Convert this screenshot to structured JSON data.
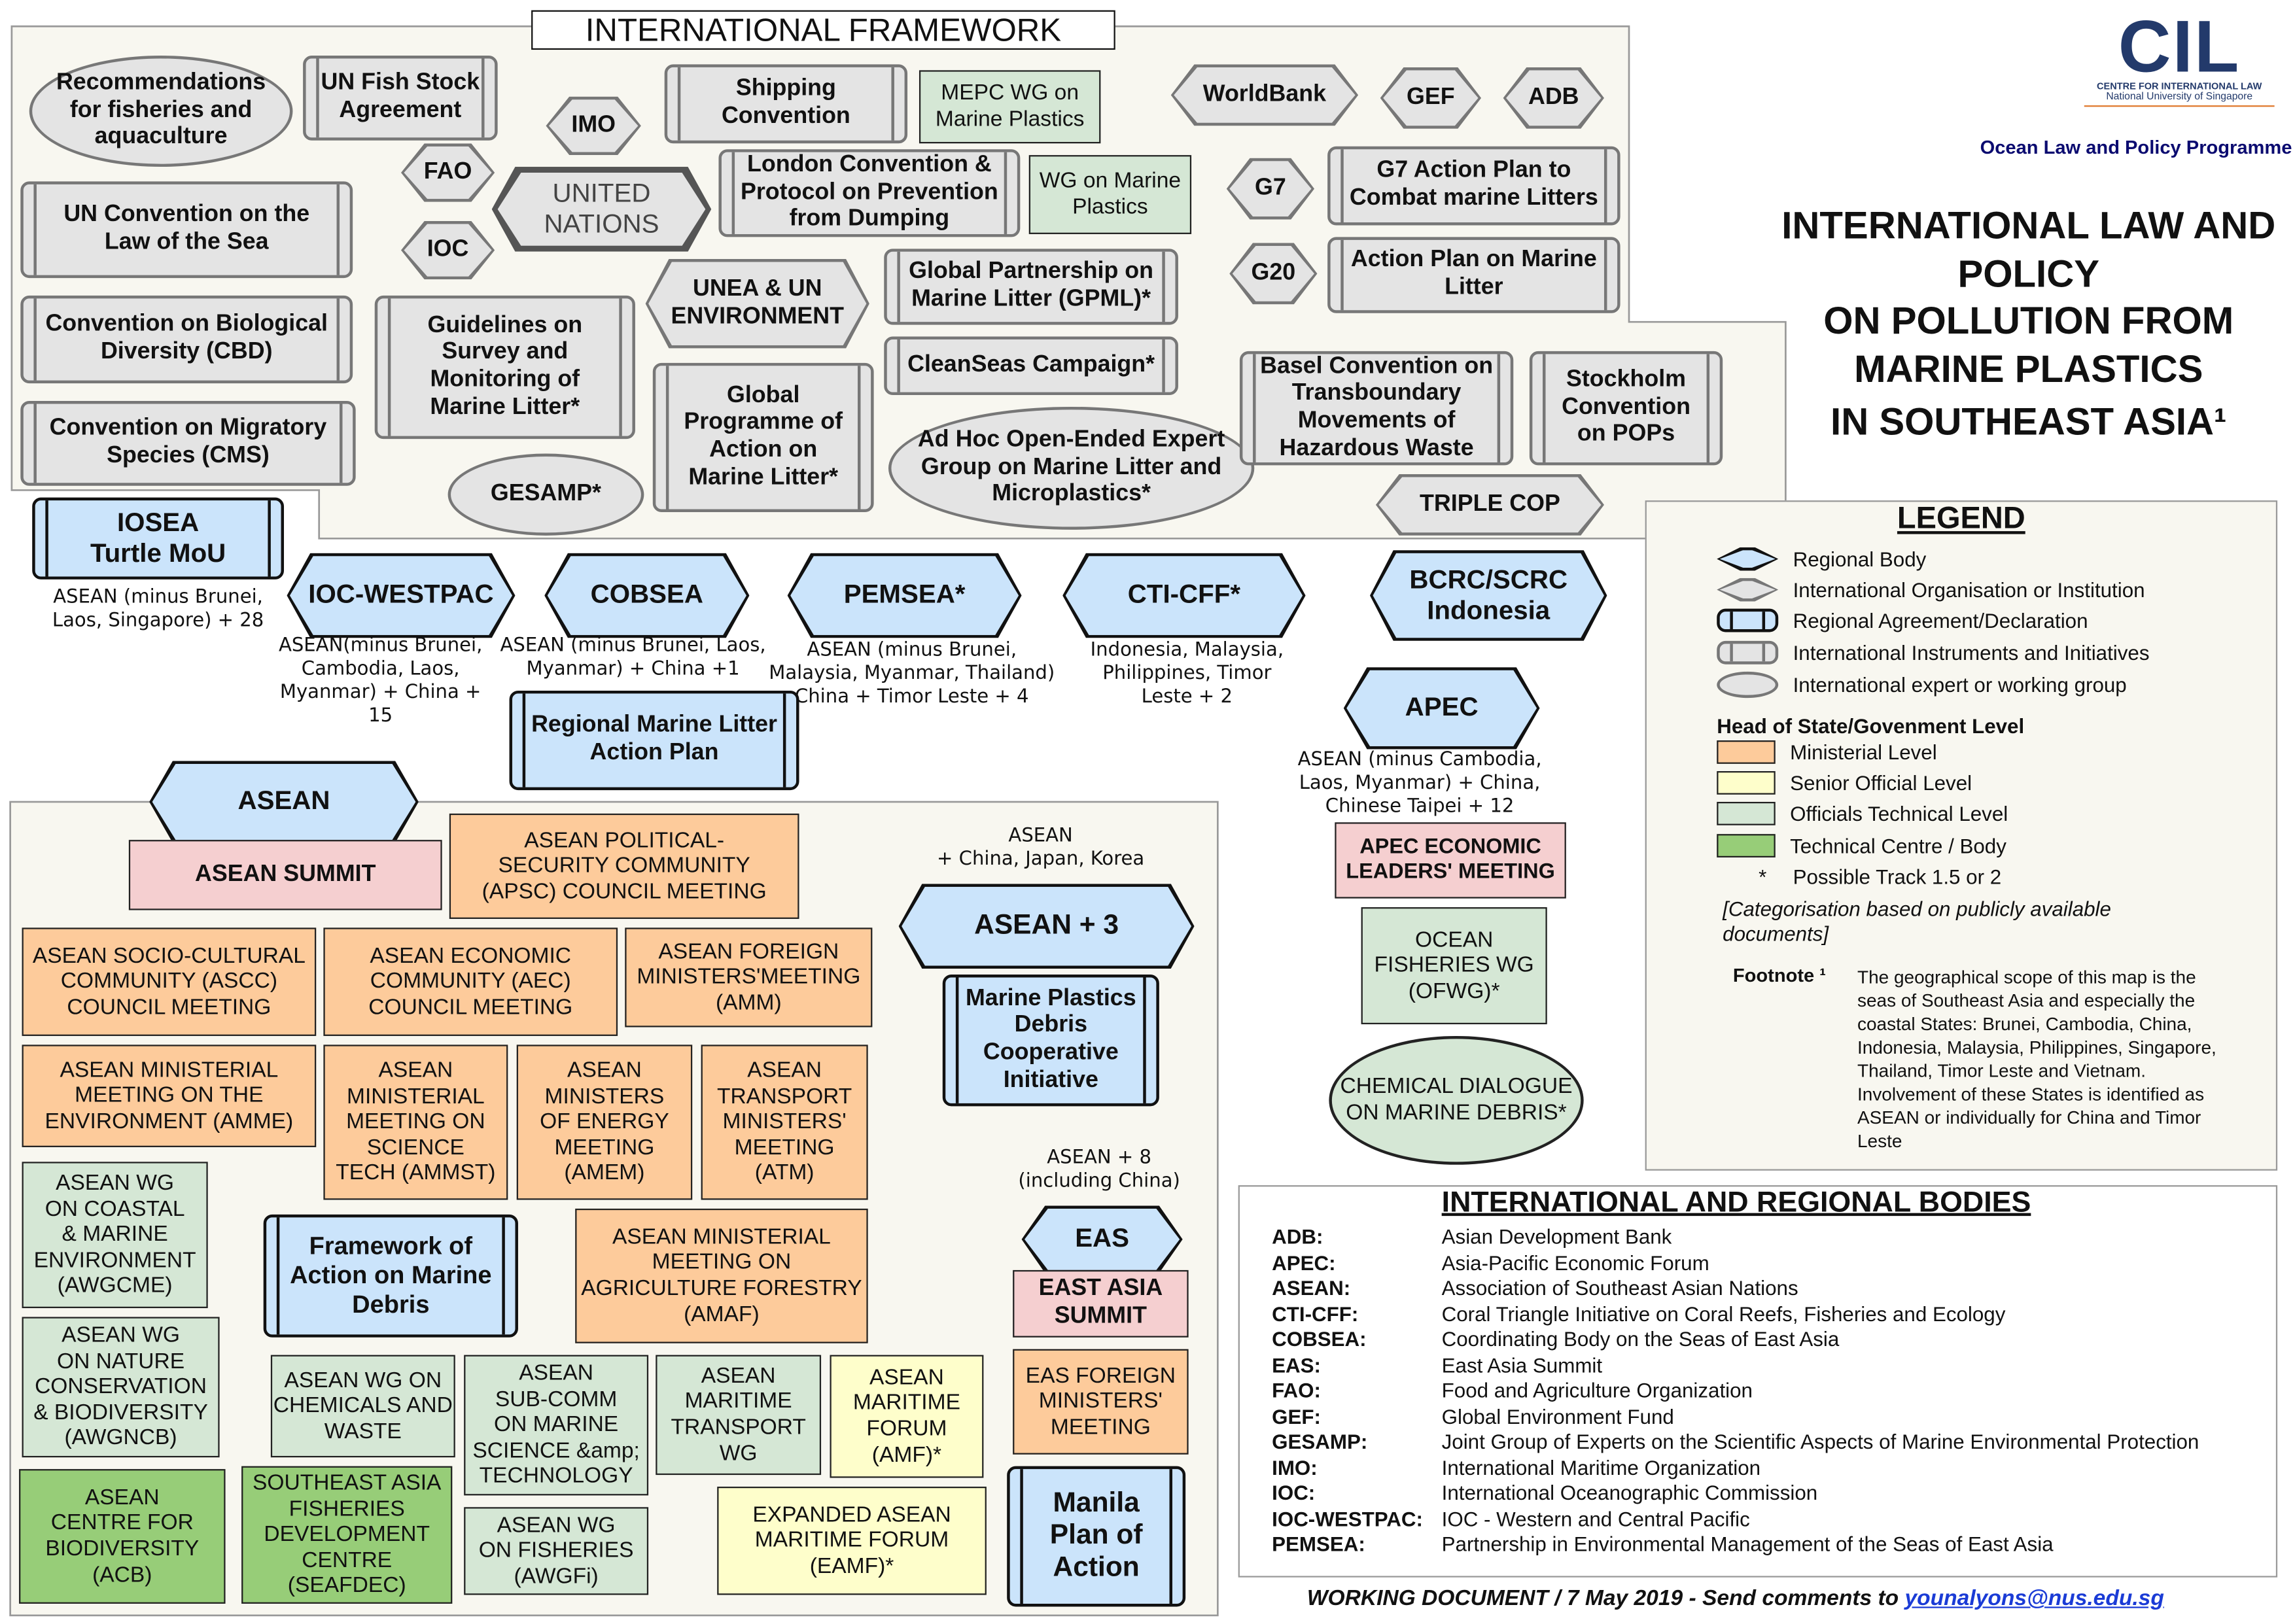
{
  "framework_title": "INTERNATIONAL FRAMEWORK",
  "logo": {
    "mark": "CIL",
    "line1": "CENTRE FOR INTERNATIONAL LAW",
    "line2": "National University of Singapore"
  },
  "programme": "Ocean Law and Policy Programme",
  "title": [
    "INTERNATIONAL LAW AND",
    "POLICY",
    "ON POLLUTION FROM",
    "MARINE PLASTICS",
    "IN SOUTHEAST ASIA¹"
  ],
  "palette": {
    "ministerial": "#fdcb9b",
    "summit": "#f5cfd0",
    "officials_technical": "#d5e7d5",
    "technical_centre": "#97cd78",
    "senior_official": "#fefecb",
    "regional": "#cbe4fb",
    "international": "#e4e4e4"
  },
  "nodes": {
    "recs": "Recommendations\nfor fisheries and\naquaculture",
    "unfsa": "UN Fish Stock\nAgreement",
    "imo": "IMO",
    "fao": "FAO",
    "un": "UNITED\nNATIONS",
    "ioc": "IOC",
    "unclos": "UN Convention on the\nLaw of the Sea",
    "shipping": "Shipping\nConvention",
    "mepc": "MEPC WG on\nMarine Plastics",
    "london": "London Convention &\nProtocol on Prevention\nfrom Dumping",
    "wgmp": "WG on Marine\nPlastics",
    "worldbank": "WorldBank",
    "gef": "GEF",
    "adb": "ADB",
    "g7": "G7",
    "g7plan": "G7 Action Plan to\nCombat marine Litters",
    "g20": "G20",
    "g20plan": "Action Plan on Marine\nLitter",
    "unea": "UNEA & UN\nENVIRONMENT",
    "gpml": "Global Partnership on\nMarine Litter (GPML)*",
    "cleanseas": "CleanSeas Campaign*",
    "cbd": "Convention on Biological\nDiversity (CBD)",
    "guidelines": "Guidelines on\nSurvey and\nMonitoring of\nMarine Litter*",
    "gpa": "Global\nProgramme of\nAction on\nMarine Litter*",
    "adhoc": "Ad Hoc Open-Ended Expert\nGroup on Marine Litter and\nMicroplastics*",
    "basel": "Basel Convention on\nTransboundary\nMovements of\nHazardous Waste",
    "stockholm": "Stockholm\nConvention\non POPs",
    "cms": "Convention on Migratory\nSpecies (CMS)",
    "gesamp": "GESAMP*",
    "triplecop": "TRIPLE COP",
    "iosea": "IOSEA\nTurtle MoU",
    "iosea_cap": "ASEAN (minus Brunei,\nLaos, Singapore) + 28",
    "iocwestpac": "IOC-WESTPAC",
    "iocwestpac_cap": "ASEAN(minus Brunei,\nCambodia, Laos,\nMyanmar) + China +\n15",
    "cobsea": "COBSEA",
    "cobsea_cap": "ASEAN (minus Brunei, Laos,\nMyanmar) + China +1",
    "pemsea": "PEMSEA*",
    "pemsea_cap": "ASEAN (minus Brunei,\nMalaysia, Myanmar, Thailand)\nChina + Timor Leste + 4",
    "cticff": "CTI-CFF*",
    "cticff_cap": "Indonesia, Malaysia,\nPhilippines, Timor\nLeste + 2",
    "bcrc": "BCRC/SCRC\nIndonesia",
    "rmlap": "Regional Marine Litter\nAction Plan",
    "apec": "APEC",
    "apec_cap": "ASEAN (minus Cambodia,\nLaos, Myanmar) + China,\nChinese Taipei + 12",
    "apec_leaders": "APEC ECONOMIC\nLEADERS' MEETING",
    "ofwg": "OCEAN\nFISHERIES WG\n(OFWG)*",
    "chemdialogue": "CHEMICAL DIALOGUE\nON MARINE DEBRIS*",
    "asean": "ASEAN",
    "asean_summit": "ASEAN SUMMIT",
    "apsc": "ASEAN POLITICAL-\nSECURITY COMMUNITY\n(APSC) COUNCIL MEETING",
    "ascc": "ASEAN SOCIO-CULTURAL\nCOMMUNITY (ASCC)\nCOUNCIL MEETING",
    "aec": "ASEAN ECONOMIC\nCOMMUNITY (AEC)\nCOUNCIL MEETING",
    "amm": "ASEAN FOREIGN\nMINISTERS'MEETING\n(AMM)",
    "amme": "ASEAN MINISTERIAL\nMEETING ON THE\nENVIRONMENT (AMME)",
    "ammst": "ASEAN\nMINISTERIAL\nMEETING ON\nSCIENCE\nTECH (AMMST)",
    "amem": "ASEAN\nMINISTERS\nOF ENERGY\nMEETING\n(AMEM)",
    "atm": "ASEAN\nTRANSPORT\nMINISTERS'\nMEETING\n(ATM)",
    "awgcme": "ASEAN WG\nON COASTAL\n& MARINE\nENVIRONMENT\n(AWGCME)",
    "framework_md": "Framework of\nAction on Marine\nDebris",
    "amaf": "ASEAN MINISTERIAL\nMEETING ON\nAGRICULTURE FORESTRY\n(AMAF)",
    "awgncb": "ASEAN WG\nON NATURE\nCONSERVATION\n& BIODIVERSITY\n(AWGNCB)",
    "awgcw": "ASEAN WG ON\nCHEMICALS AND\nWASTE",
    "subcomm": "ASEAN\nSUB-COMM\nON MARINE\nSCIENCE &amp;\nTECHNOLOGY",
    "mtwg": "ASEAN\nMARITIME\nTRANSPORT\nWG",
    "amf": "ASEAN\nMARITIME\nFORUM\n(AMF)*",
    "acb": "ASEAN\nCENTRE FOR\nBIODIVERSITY\n(ACB)",
    "seafdec": "SOUTHEAST ASIA\nFISHERIES\nDEVELOPMENT\nCENTRE\n(SEAFDEC)",
    "awgfi": "ASEAN WG\nON FISHERIES\n(AWGFi)",
    "eamf": "EXPANDED ASEAN\nMARITIME FORUM\n(EAMF)*",
    "apt_cap": "ASEAN\n+ China, Japan, Korea",
    "apt": "ASEAN + 3",
    "mpdci": "Marine Plastics\nDebris\nCooperative\nInitiative",
    "eas_cap": "ASEAN + 8\n(including China)",
    "eas": "EAS",
    "eas_summit": "EAST ASIA\nSUMMIT",
    "eas_fmm": "EAS FOREIGN\nMINISTERS'\nMEETING",
    "manila": "Manila\nPlan of\nAction"
  },
  "legend": {
    "title": "LEGEND",
    "shapes": [
      "Regional Body",
      "International Organisation or Institution",
      "Regional Agreement/Declaration",
      "International Instruments and Initiatives",
      "International expert or working group"
    ],
    "levels_heading": "Head of State/Govenment Level",
    "levels": [
      "Ministerial Level",
      "Senior Official Level",
      "Officials Technical Level",
      "Technical Centre / Body"
    ],
    "asterisk_symbol": "*",
    "asterisk": "Possible Track 1.5 or 2",
    "note": "[Categorisation based on publicly available documents]",
    "footnote_label": "Footnote ¹",
    "footnote": "The geographical scope of this map is the seas of Southeast Asia and especially the coastal States: Brunei, Cambodia, China, Indonesia, Malaysia, Philippines, Singapore, Thailand, Timor Leste and Vietnam. Involvement of these States is identified as ASEAN or individually for China and Timor Leste"
  },
  "bodies": {
    "title": "INTERNATIONAL AND REGIONAL BODIES",
    "rows": [
      {
        "abbr": "ADB:",
        "name": "Asian Development Bank"
      },
      {
        "abbr": "APEC:",
        "name": "Asia-Pacific Economic Forum"
      },
      {
        "abbr": "ASEAN:",
        "name": "Association of Southeast Asian Nations"
      },
      {
        "abbr": "CTI-CFF:",
        "name": "Coral Triangle Initiative on Coral Reefs, Fisheries and Ecology"
      },
      {
        "abbr": "COBSEA:",
        "name": "Coordinating Body on the Seas of East Asia"
      },
      {
        "abbr": "EAS:",
        "name": "East Asia Summit"
      },
      {
        "abbr": "FAO:",
        "name": "Food and Agriculture Organization"
      },
      {
        "abbr": "GEF:",
        "name": "Global Environment Fund"
      },
      {
        "abbr": "GESAMP:",
        "name": "Joint Group of Experts on the Scientific Aspects of Marine Environmental Protection"
      },
      {
        "abbr": "IMO:",
        "name": "International Maritime Organization"
      },
      {
        "abbr": "IOC:",
        "name": "International Oceanographic Commission"
      },
      {
        "abbr": "IOC-WESTPAC:",
        "name": "IOC - Western and Central Pacific"
      },
      {
        "abbr": "PEMSEA:",
        "name": "Partnership in Environmental Management of the Seas of East Asia"
      }
    ]
  },
  "footer": {
    "text": "WORKING DOCUMENT / 7 May 2019 - Send comments to ",
    "email": "younalyons@nus.edu.sg"
  }
}
